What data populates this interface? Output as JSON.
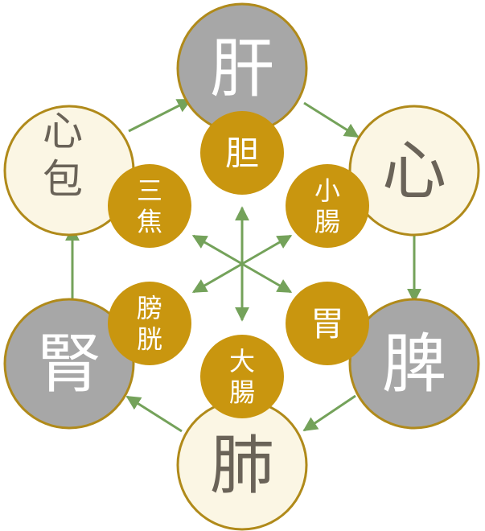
{
  "organs": [
    {
      "key": "liver",
      "text": "肝",
      "kind": "zang"
    },
    {
      "key": "heart",
      "text": "心",
      "kind": "zang"
    },
    {
      "key": "spleen",
      "text": "脾",
      "kind": "zang"
    },
    {
      "key": "lung",
      "text": "肺",
      "kind": "zang"
    },
    {
      "key": "kidney",
      "text": "腎",
      "kind": "zang"
    },
    {
      "key": "pericardium",
      "text": "心包",
      "kind": "zang"
    }
  ],
  "bowels": [
    {
      "key": "gallbladder",
      "text": "胆"
    },
    {
      "key": "small-intestine",
      "text": "小腸"
    },
    {
      "key": "stomach",
      "text": "胃"
    },
    {
      "key": "large-intestine",
      "text": "大腸"
    },
    {
      "key": "bladder",
      "text": "膀胱"
    },
    {
      "key": "triple-burner",
      "text": "三焦"
    }
  ],
  "colors": {
    "gold": "#c9960f",
    "gold_ring": "#b08a1a",
    "gray": "#a7a7a7",
    "cream": "#fbf6e4",
    "green": "#74a25a",
    "text_dark": "#6a6358",
    "text_light": "#ffffff"
  }
}
